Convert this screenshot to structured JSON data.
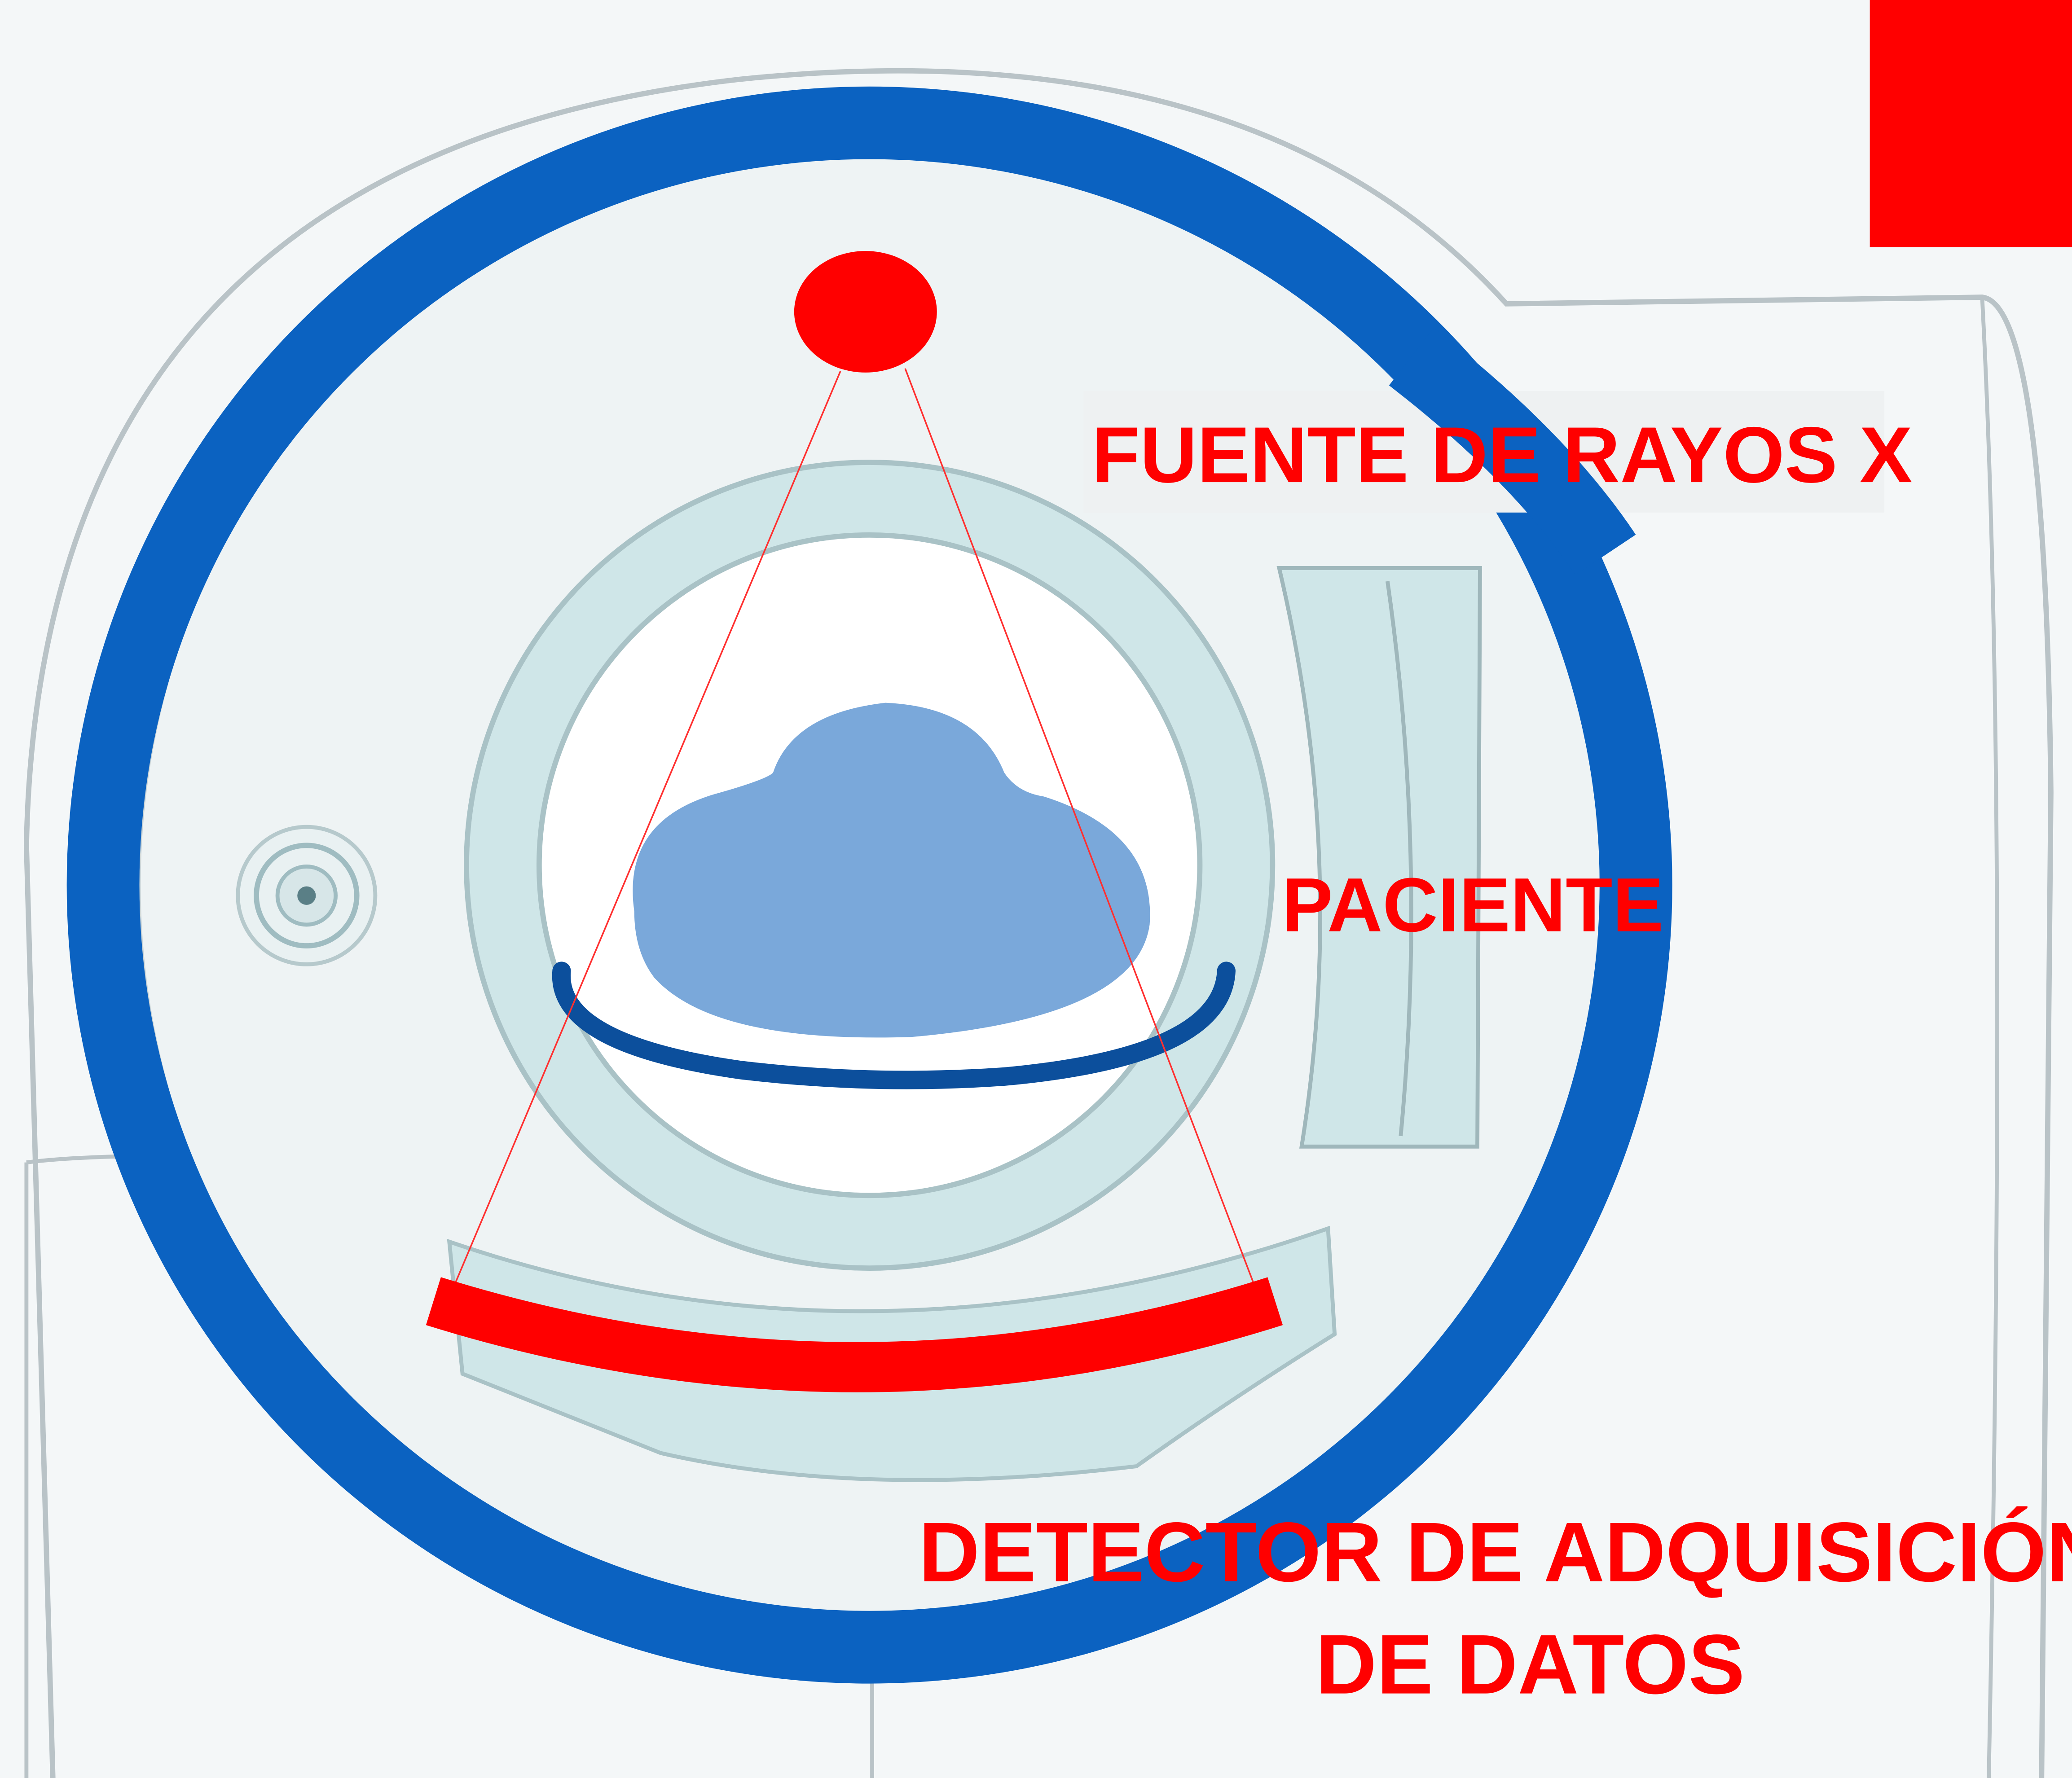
{
  "labels": {
    "source": "FUENTE DE RAYOS X",
    "patient": "PACIENTE",
    "detector_line1": "DETECTOR DE ADQUISICIÓN",
    "detector_line2": "DE DATOS"
  },
  "colors": {
    "background": "#f4f7f8",
    "gantry_outline": "#b9c3c7",
    "tunnel_fill": "#cfe6e8",
    "ring_blue": "#0b62c1",
    "patient_fill": "#7aa8da",
    "table_blue": "#0c4f9c",
    "accent_red": "#ff0000"
  },
  "icons": {
    "source": "x-ray-source-dot",
    "patient": "patient-body-shape",
    "detector": "detector-arc",
    "corner": "red-square"
  }
}
